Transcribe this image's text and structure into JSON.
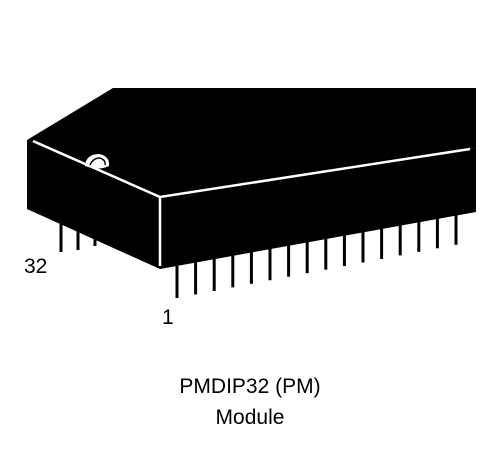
{
  "diagram": {
    "pin_label_first": "1",
    "pin_label_last": "32",
    "caption_title": "PMDIP32 (PM)",
    "caption_subtitle": "Module",
    "body_color": "#000000",
    "outline_color": "#ffffff",
    "pin_color": "#000000",
    "background_color": "#ffffff"
  }
}
